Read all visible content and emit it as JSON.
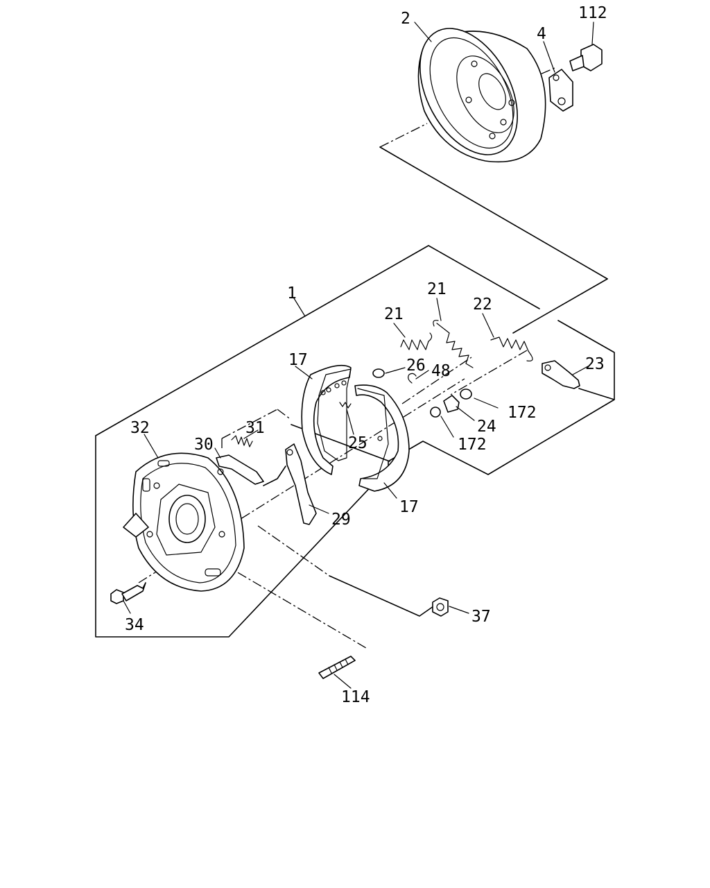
{
  "diagram": {
    "labels": {
      "l1": "1",
      "l2": "2",
      "l4": "4",
      "l112": "112",
      "l17a": "17",
      "l17b": "17",
      "l21a": "21",
      "l21b": "21",
      "l22": "22",
      "l23": "23",
      "l24": "24",
      "l25": "25",
      "l26": "26",
      "l29": "29",
      "l30": "30",
      "l31": "31",
      "l32": "32",
      "l34": "34",
      "l37": "37",
      "l48": "48",
      "l114": "114",
      "l172a": "172",
      "l172b": "172"
    }
  }
}
